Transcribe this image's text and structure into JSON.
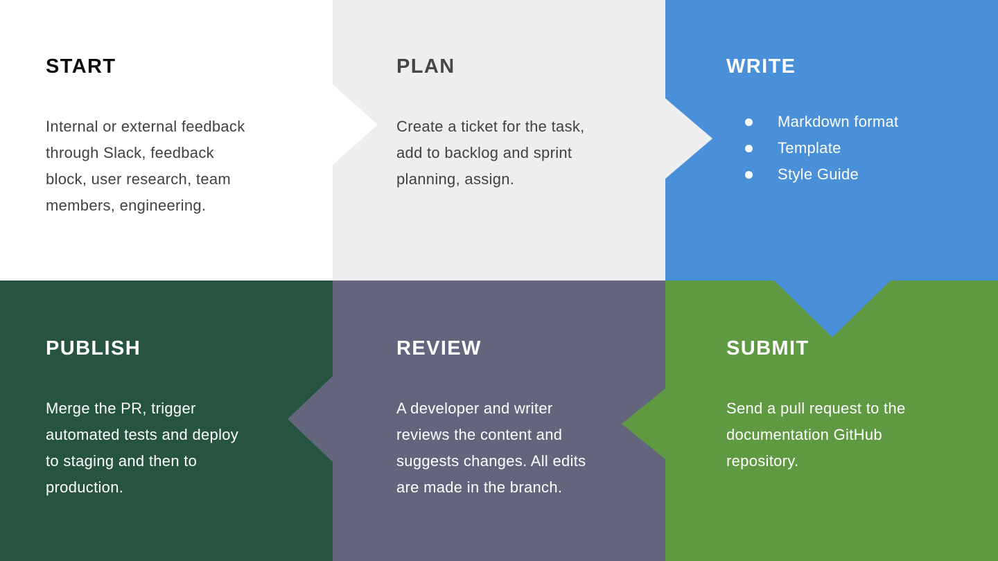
{
  "colors": {
    "start_bg": "#ffffff",
    "plan_bg": "#eeeeee",
    "write_bg": "#4a90d9",
    "publish_bg": "#275441",
    "review_bg": "#63657d",
    "submit_bg": "#5f9942",
    "start_title_text": "#0c0c0c",
    "plan_title_text": "#474747",
    "dark_body_text": "#414141",
    "light_text": "#ffffff"
  },
  "steps": {
    "start": {
      "title": "START",
      "body_lines": [
        "Internal or external feedback",
        "through Slack, feedback",
        "block, user research, team",
        "members, engineering."
      ]
    },
    "plan": {
      "title": "PLAN",
      "body_lines": [
        "Create a ticket for the task,",
        "add to backlog and sprint",
        "planning, assign."
      ]
    },
    "write": {
      "title": "WRITE",
      "bullets": [
        "Markdown format",
        "Template",
        "Style Guide"
      ]
    },
    "submit": {
      "title": "SUBMIT",
      "body_lines": [
        "Send a pull request to the",
        "documentation GitHub",
        "repository."
      ]
    },
    "review": {
      "title": "REVIEW",
      "body_lines": [
        "A developer and writer",
        "reviews the content and",
        "suggests changes. All edits",
        "are made in the branch."
      ]
    },
    "publish": {
      "title": "PUBLISH",
      "body_lines": [
        "Merge the PR, trigger",
        "automated tests and deploy",
        "to staging and then to",
        "production."
      ]
    }
  }
}
